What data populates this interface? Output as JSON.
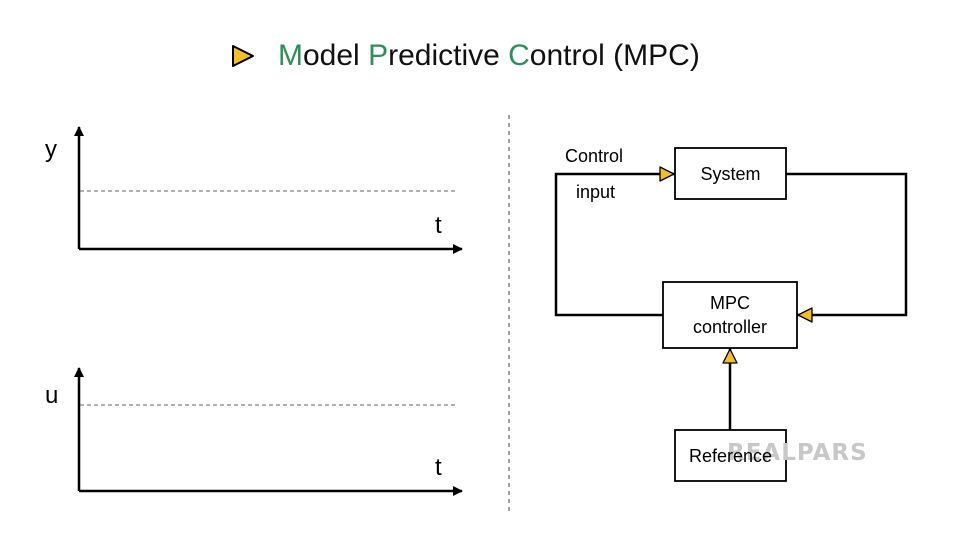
{
  "title": {
    "part1_initial": "M",
    "part1_rest": "odel ",
    "part2_initial": "P",
    "part2_rest": "redictive ",
    "part3_initial": "C",
    "part3_rest": "ontrol (MPC)"
  },
  "plots": {
    "top": {
      "y_label": "y",
      "x_label": "t"
    },
    "bottom": {
      "y_label": "u",
      "x_label": "t"
    }
  },
  "diagram": {
    "control_input_line1": "Control",
    "control_input_line2": "input",
    "system": "System",
    "controller_line1": "MPC",
    "controller_line2": "controller",
    "reference": "Reference"
  },
  "watermark": "REALPARS",
  "colors": {
    "accent_green": "#2f8f5a",
    "arrow_yellow": "#f2be2a"
  },
  "icons": {
    "title_bullet": "play-triangle-icon"
  }
}
